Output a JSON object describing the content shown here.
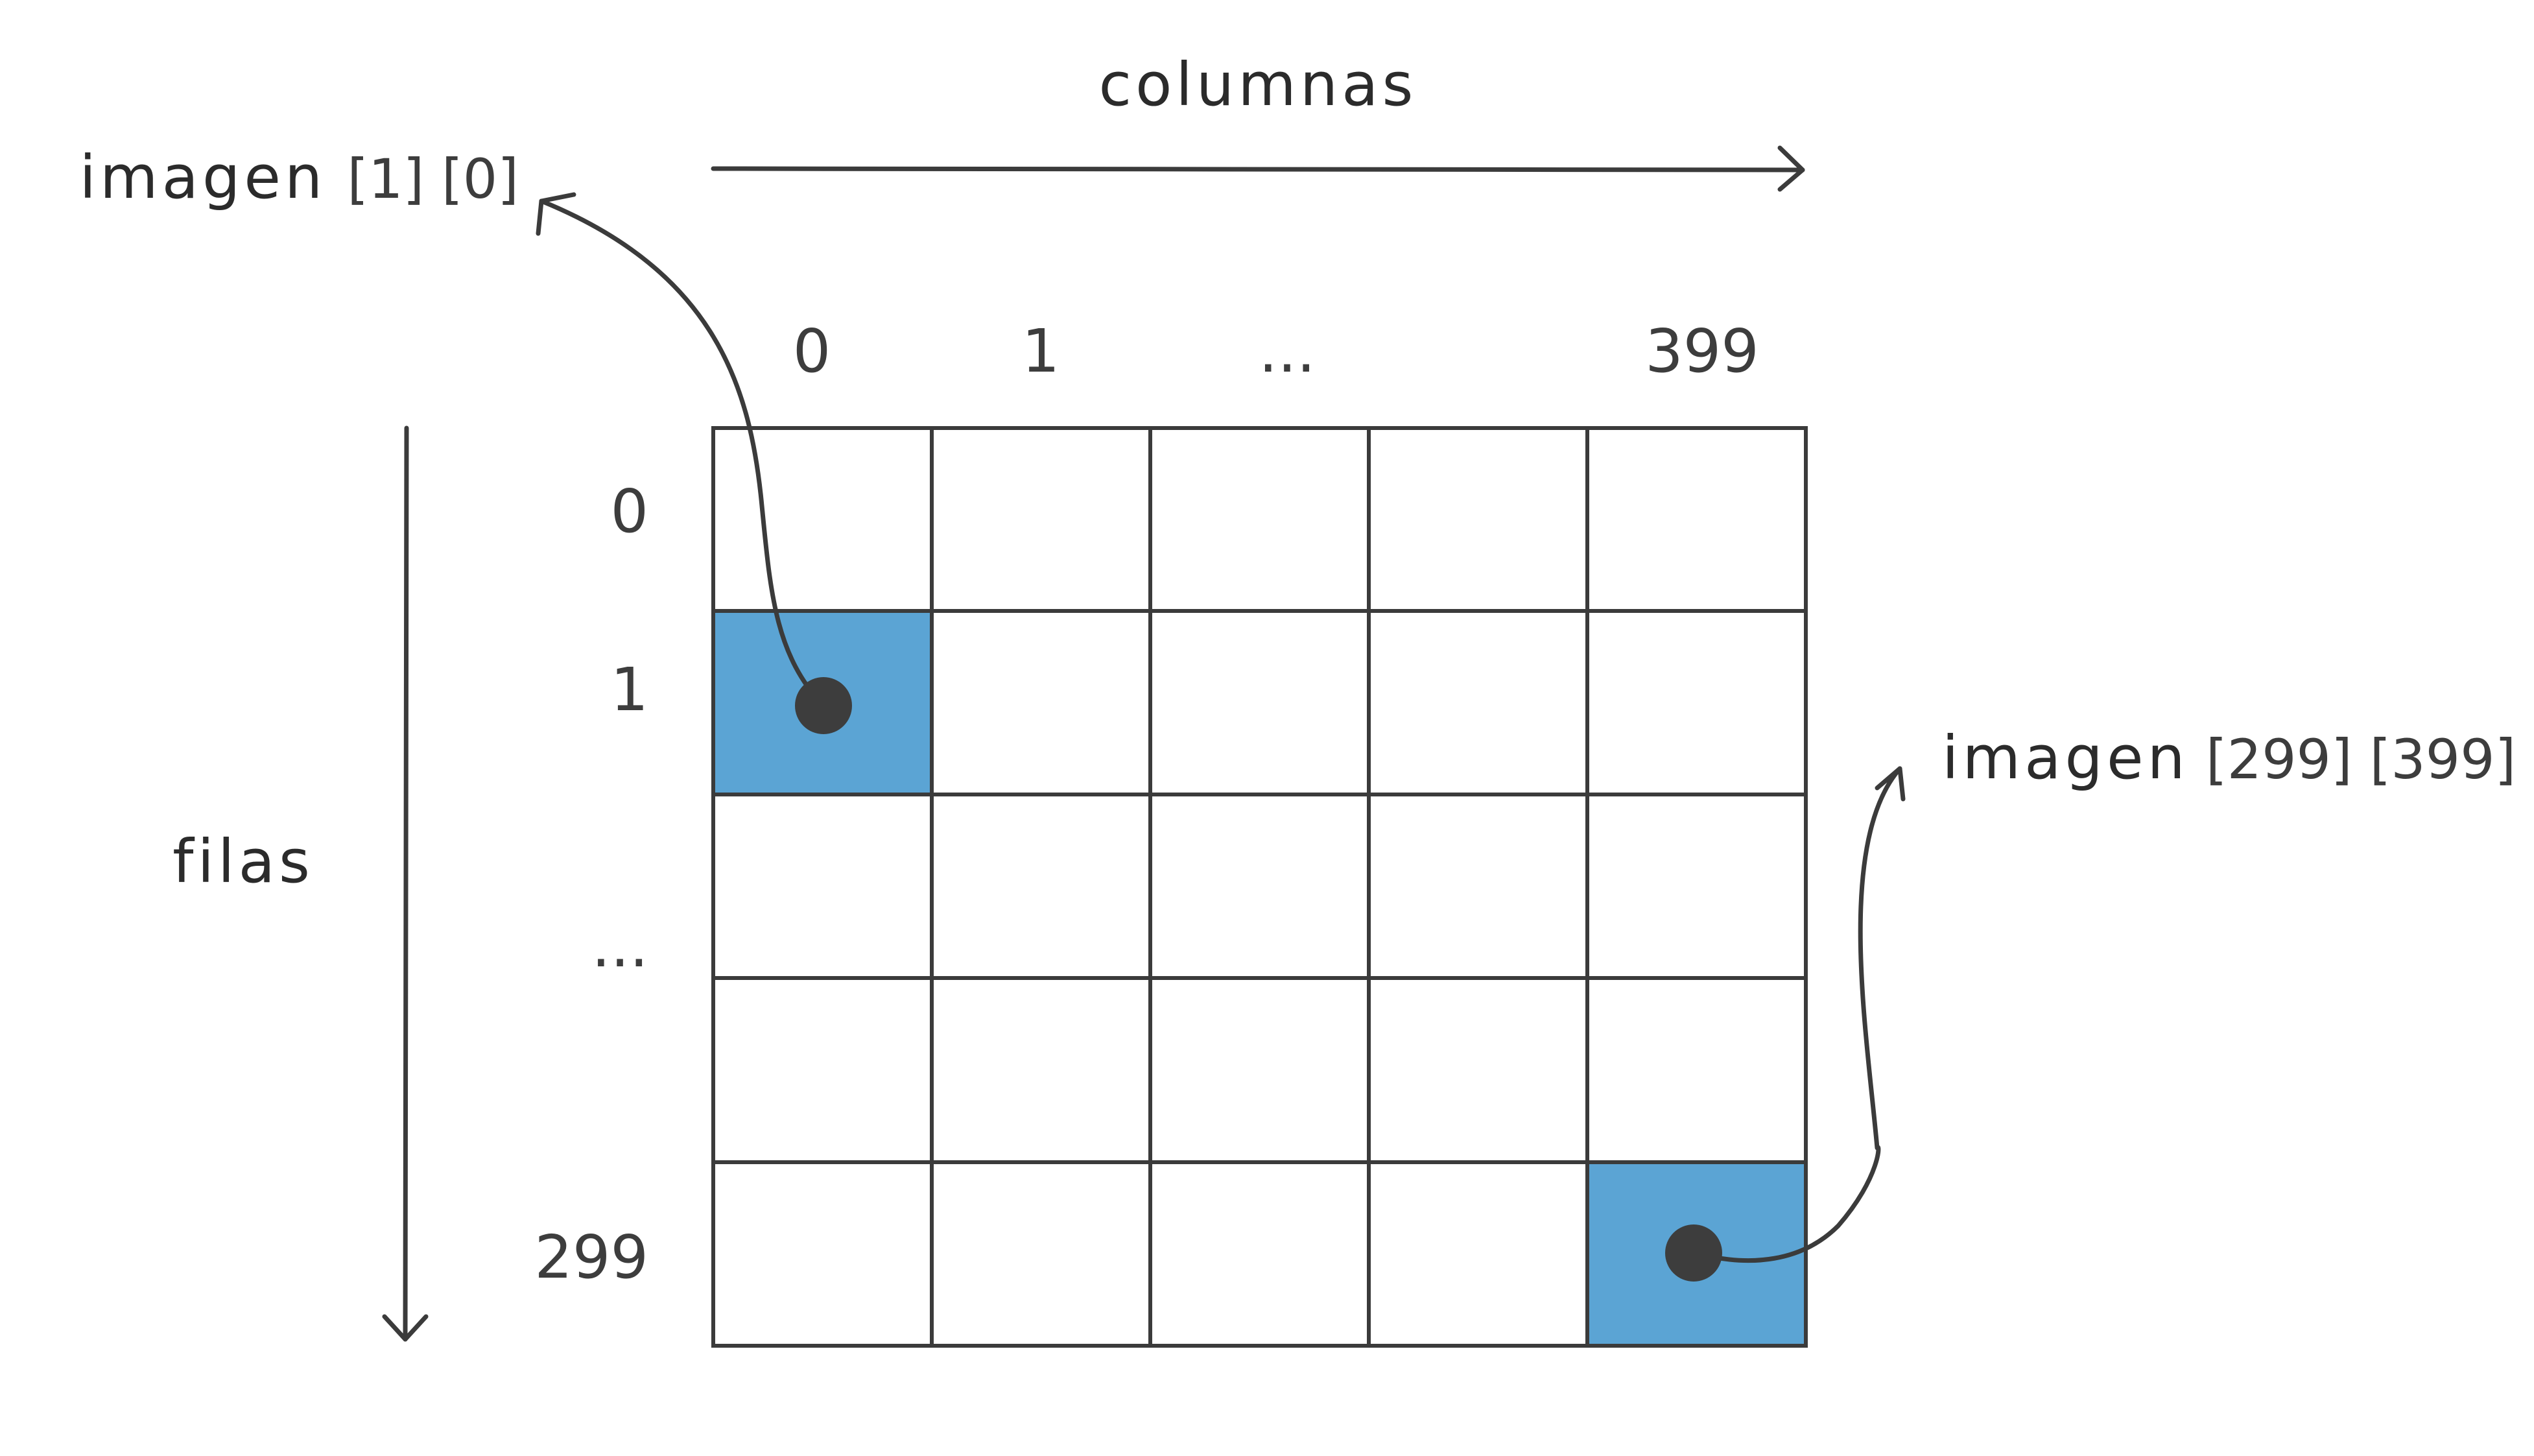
{
  "axis": {
    "columns_label": "columnas",
    "rows_label": "filas"
  },
  "column_labels": [
    "0",
    "1",
    "...",
    "399"
  ],
  "row_labels": [
    "0",
    "1",
    "...",
    "299"
  ],
  "callouts": {
    "first": {
      "prefix": "imagen",
      "index": "[1] [0]"
    },
    "last": {
      "prefix": "imagen",
      "index": "[299] [399]"
    }
  },
  "colors": {
    "highlight": "#5ba4d4",
    "line": "#3b3b3b",
    "dot": "#3d3d3d"
  }
}
